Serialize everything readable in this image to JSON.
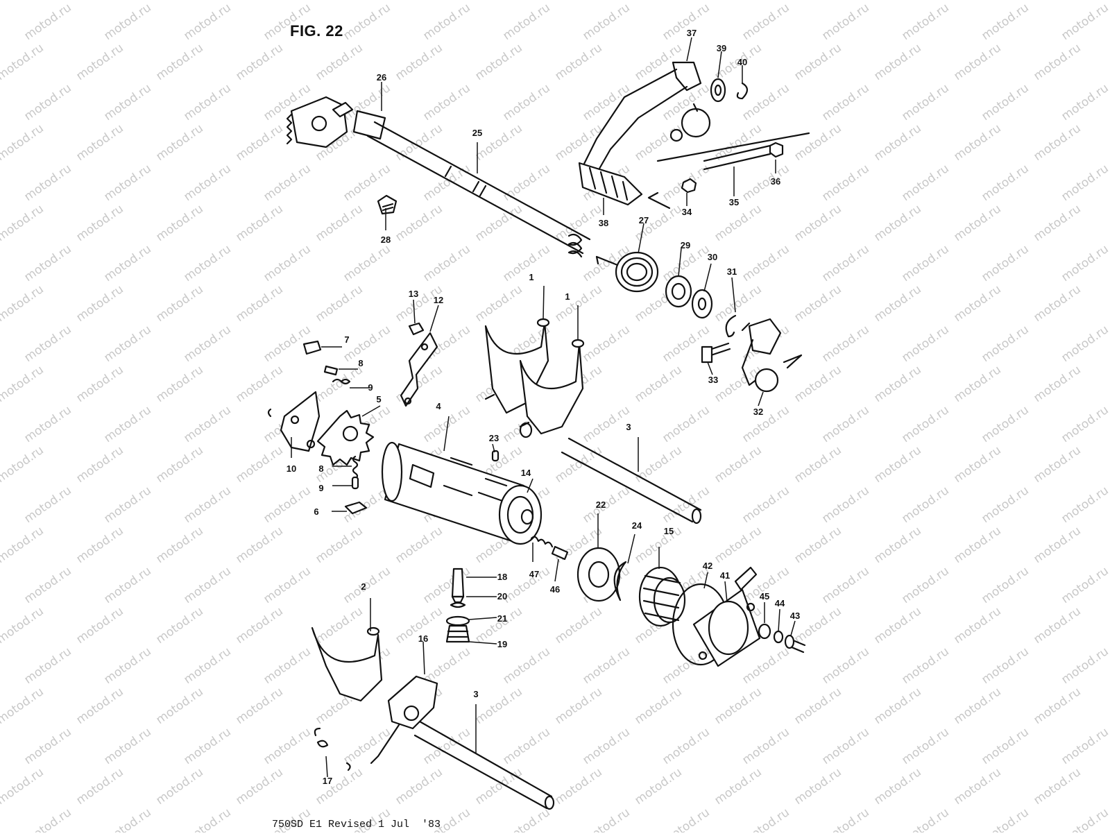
{
  "figure": {
    "title": "FIG. 22"
  },
  "footer": {
    "text": "750SD E1 Revised 1 Jul  '83"
  },
  "watermark": {
    "text": "motod.ru"
  },
  "colors": {
    "ink": "#111111",
    "paper": "#ffffff",
    "watermark": "#c8c8c8"
  },
  "callouts": [
    "1",
    "1",
    "2",
    "3",
    "3",
    "4",
    "5",
    "6",
    "7",
    "8",
    "8",
    "9",
    "9",
    "10",
    "12",
    "13",
    "14",
    "15",
    "16",
    "17",
    "18",
    "19",
    "20",
    "21",
    "22",
    "23",
    "24",
    "25",
    "26",
    "27",
    "28",
    "29",
    "30",
    "31",
    "32",
    "33",
    "34",
    "35",
    "36",
    "37",
    "38",
    "39",
    "40",
    "41",
    "42",
    "43",
    "44",
    "45",
    "46",
    "47"
  ]
}
